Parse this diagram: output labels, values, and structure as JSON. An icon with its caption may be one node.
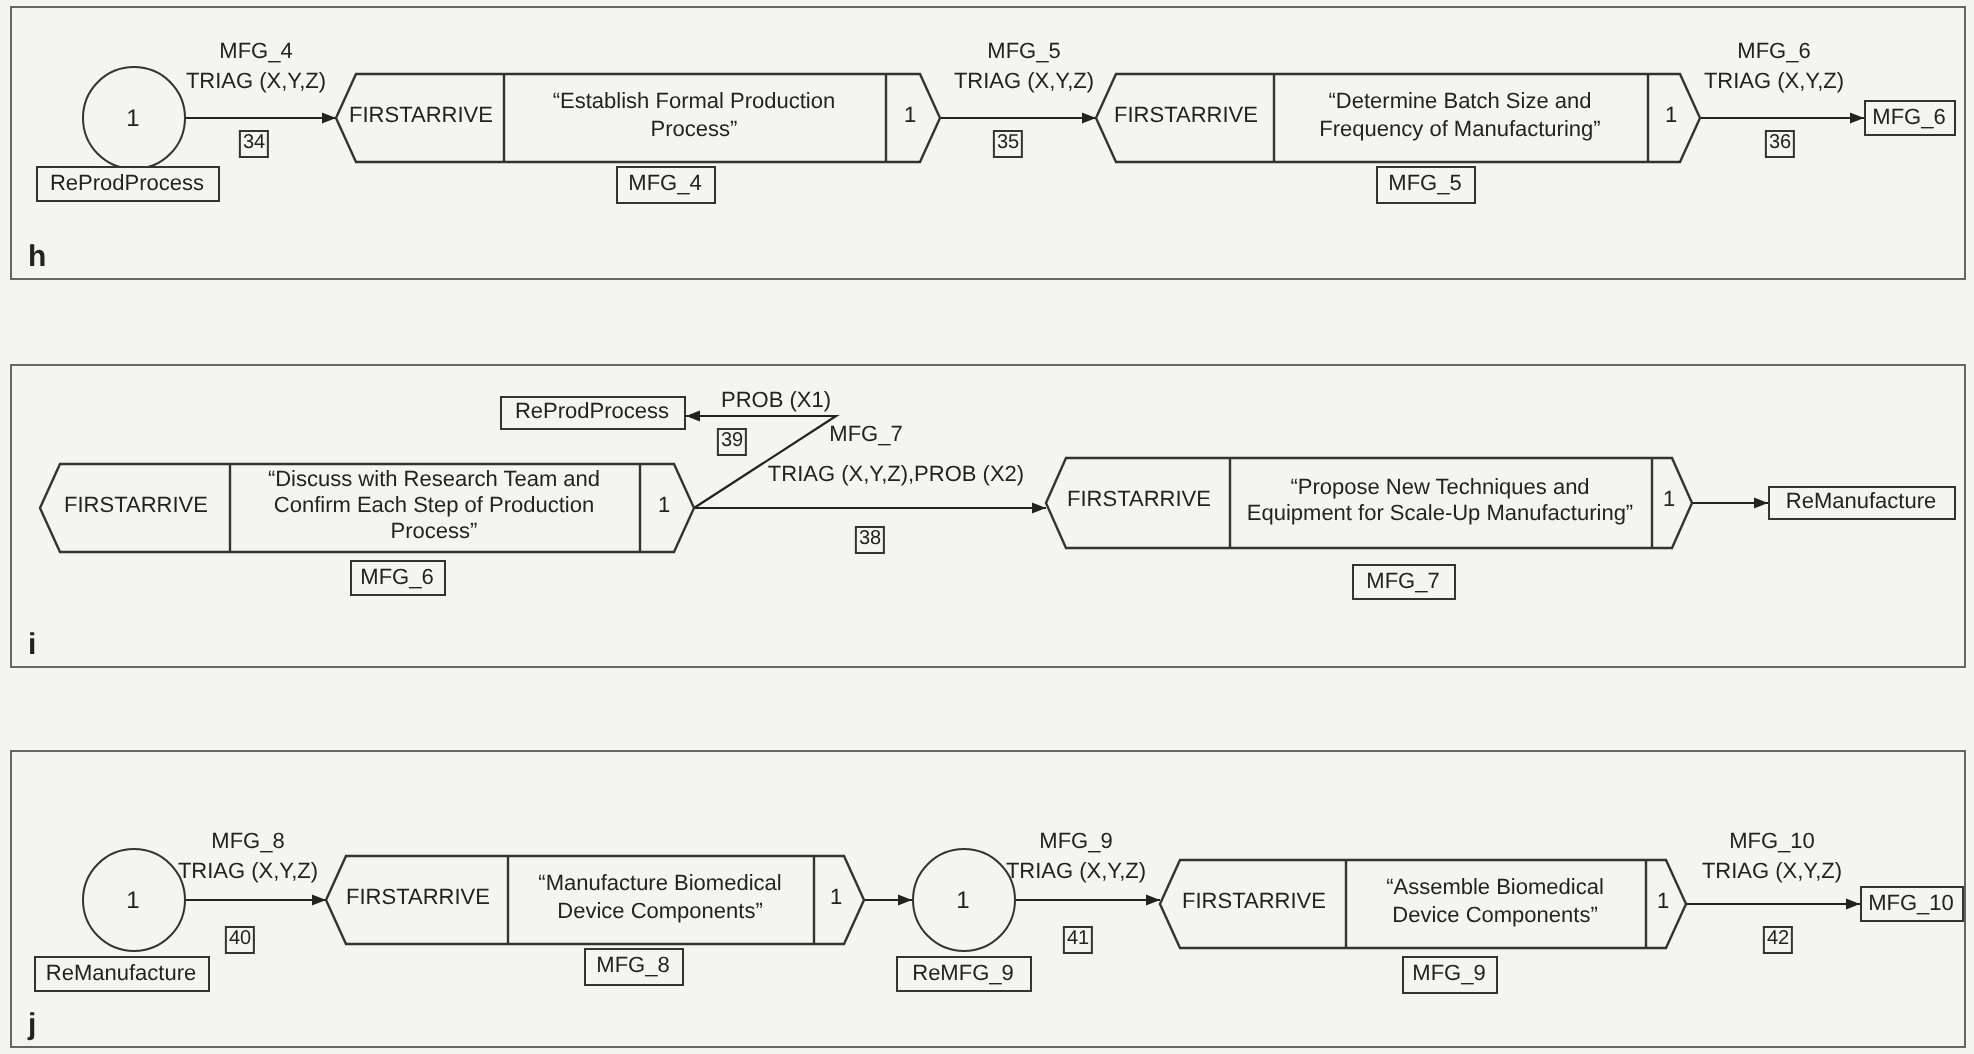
{
  "diagram": {
    "nodes": [
      {
        "text": [
          "h"
        ]
      },
      {
        "text": [
          "1"
        ],
        "in": 0
      },
      {
        "text": [
          "ReProdProcess"
        ],
        "in": 0
      },
      {
        "text": [
          "FIRSTARRIVE",
          "“Establish Formal Production Process”",
          "1"
        ],
        "in": 0
      },
      {
        "text": [
          "MFG_4"
        ],
        "in": 0
      },
      {
        "text": [
          "FIRSTARRIVE",
          "“Determine Batch Size and Frequency of Manufacturing”",
          "1"
        ],
        "in": 0
      },
      {
        "text": [
          "MFG_5"
        ],
        "in": 0
      },
      {
        "text": [
          "MFG_6"
        ],
        "in": 0
      },
      {
        "text": [
          "i"
        ]
      },
      {
        "text": [
          "ReProdProcess"
        ],
        "in": 8
      },
      {
        "text": [
          "FIRSTARRIVE",
          "“Discuss with Research Team and Confirm Each Step of Production Process”",
          "1"
        ],
        "in": 8
      },
      {
        "text": [
          "MFG_6"
        ],
        "in": 8
      },
      {
        "text": [
          "FIRSTARRIVE",
          "“Propose New Techniques and Equipment for Scale-Up Manufacturing”",
          "1"
        ],
        "in": 8
      },
      {
        "text": [
          "MFG_7"
        ],
        "in": 8
      },
      {
        "text": [
          "ReManufacture"
        ],
        "in": 8
      },
      {
        "text": [
          "j"
        ]
      },
      {
        "text": [
          "1"
        ],
        "in": 15
      },
      {
        "text": [
          "ReManufacture"
        ],
        "in": 15
      },
      {
        "text": [
          "FIRSTARRIVE",
          "“Manufacture Biomedical Device Components”",
          "1"
        ],
        "in": 15
      },
      {
        "text": [
          "MFG_8"
        ],
        "in": 15
      },
      {
        "text": [
          "1"
        ],
        "in": 15
      },
      {
        "text": [
          "ReMFG_9"
        ],
        "in": 15
      },
      {
        "text": [
          "FIRSTARRIVE",
          "“Assemble Biomedical Device Components”",
          "1"
        ],
        "in": 15
      },
      {
        "text": [
          "MFG_9"
        ],
        "in": 15
      },
      {
        "text": [
          "MFG_10"
        ],
        "in": 15
      }
    ],
    "edges": [
      {
        "from": 1,
        "to": 3,
        "arrow": "to",
        "label": "MFG_4 TRIAG (X,Y,Z)"
      },
      {
        "from": 3,
        "to": 5,
        "arrow": "to",
        "label": "MFG_5 TRIAG (X,Y,Z)"
      },
      {
        "from": 5,
        "to": 7,
        "arrow": "to",
        "label": "MFG_6 TRIAG (X,Y,Z)"
      },
      {
        "from": 10,
        "to": 9,
        "arrow": "to",
        "label": "PROB (X1)"
      },
      {
        "from": 10,
        "to": 12,
        "arrow": "to",
        "label": "TRIAG (X,Y,Z),PROB (X2)"
      },
      {
        "from": 12,
        "to": 14,
        "arrow": "to"
      },
      {
        "from": 16,
        "to": 18,
        "arrow": "to",
        "label": "MFG_8 TRIAG (X,Y,Z)"
      },
      {
        "from": 18,
        "to": 20,
        "arrow": "to"
      },
      {
        "from": 20,
        "to": 22,
        "arrow": "to",
        "label": "MFG_9 TRIAG (X,Y,Z)"
      },
      {
        "from": 22,
        "to": 24,
        "arrow": "to",
        "label": "MFG_10 TRIAG (X,Y,Z)"
      }
    ],
    "labels": [
      "34",
      "35",
      "36",
      "39",
      "MFG_7",
      "38",
      "40",
      "41",
      "42"
    ]
  }
}
